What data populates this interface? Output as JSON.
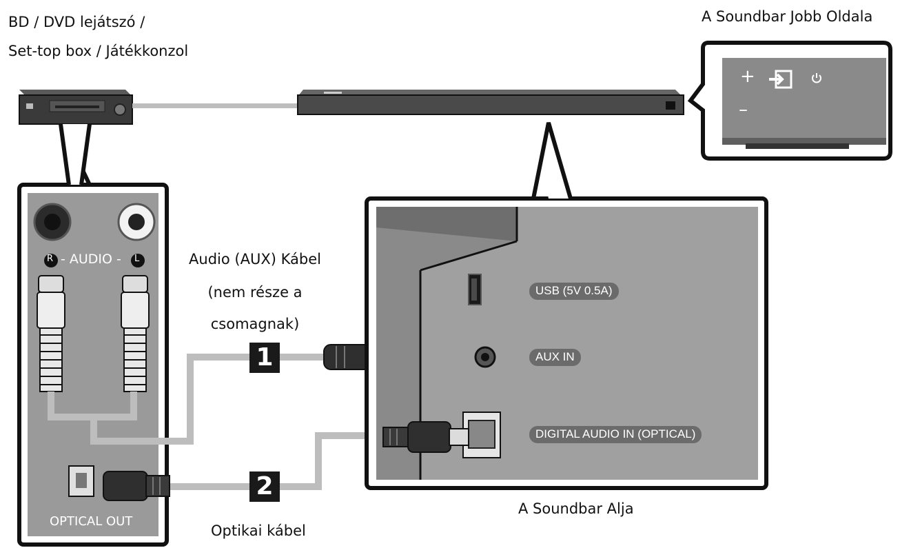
{
  "labels": {
    "source_line1": "BD / DVD lejátszó /",
    "source_line2": "Set-top box / Játékkonzol",
    "right_side": "A Soundbar Jobb Oldala",
    "bottom_side": "A Soundbar Alja",
    "aux_line1": "Audio (AUX) Kábel",
    "aux_line2": "(nem része a",
    "aux_line3": "csomagnak)",
    "optical_cable": "Optikai kábel"
  },
  "source_panel": {
    "audio_left": "R",
    "audio_mid": "- AUDIO -",
    "audio_right": "L",
    "optical_out": "OPTICAL OUT"
  },
  "soundbar_ports": {
    "usb": "USB (5V 0.5A)",
    "aux": "AUX IN",
    "optical": "DIGITAL AUDIO IN (OPTICAL)"
  },
  "steps": {
    "step1": "1",
    "step2": "2"
  },
  "side_panel": {
    "plus": "+",
    "minus": "–"
  },
  "colors": {
    "panel_fill": "#9a9a9a",
    "cable": "#bdbdbd",
    "device_dark": "#3a3a3a",
    "outline": "#111111"
  }
}
